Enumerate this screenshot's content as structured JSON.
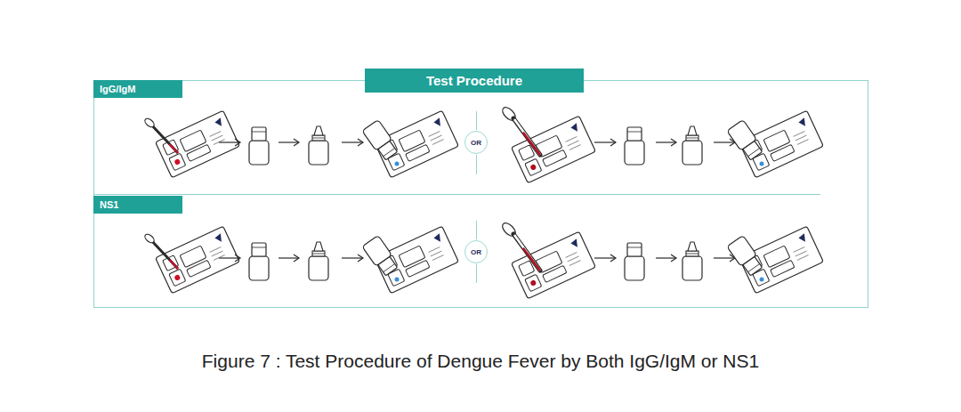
{
  "diagram": {
    "caption": "Figure 7 : Test Procedure of Dengue Fever by Both IgG/IgM or NS1",
    "nodes": [
      {
        "text": [
          "Test Procedure"
        ]
      },
      {
        "text": [
          "IgG/IgM"
        ]
      },
      {
        "text": [
          "OR"
        ]
      },
      {
        "text": [
          "NS1"
        ]
      },
      {
        "text": [
          "OR"
        ]
      }
    ]
  }
}
